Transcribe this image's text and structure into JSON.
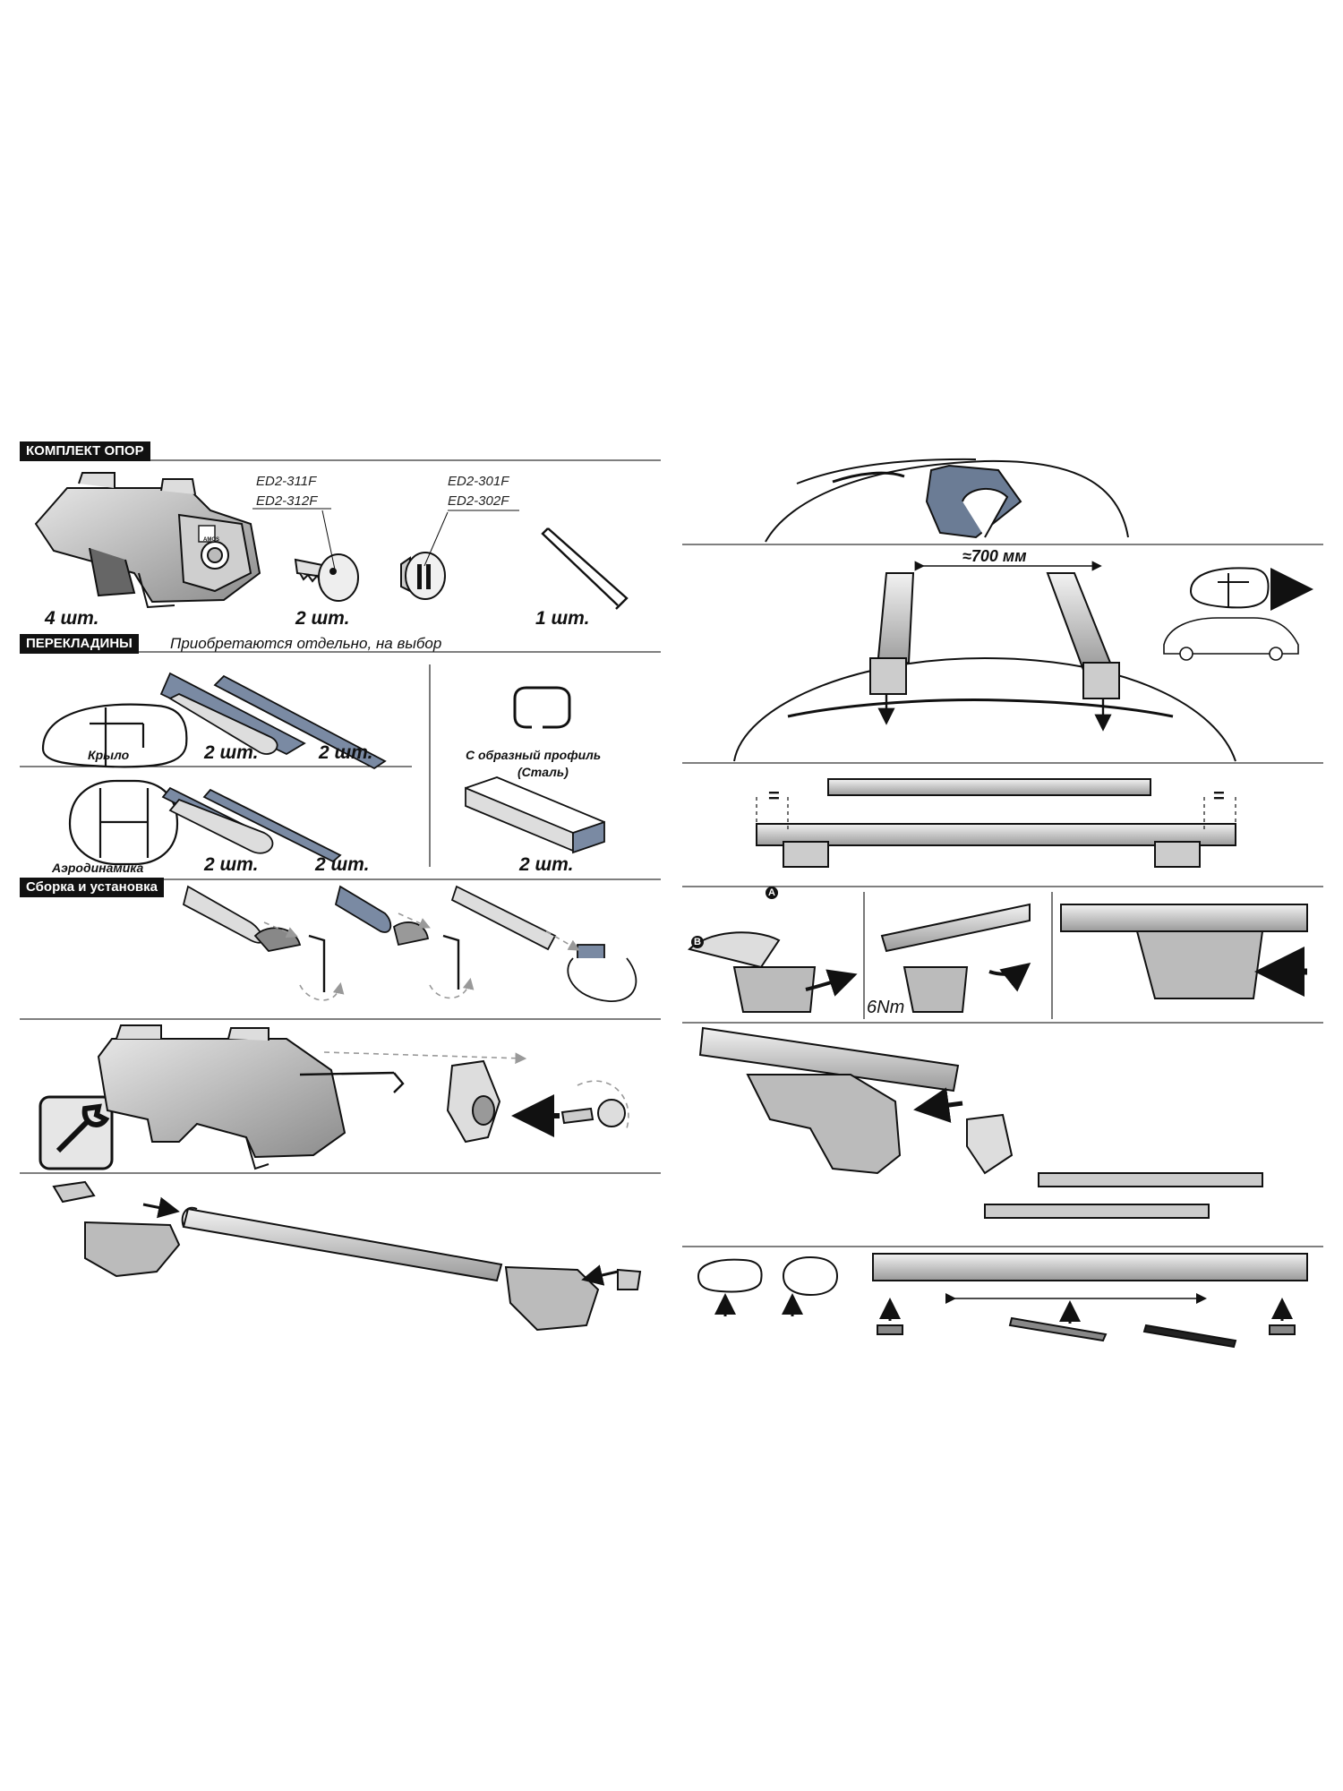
{
  "sections": {
    "supports_kit": "КОМПЛЕКТ ОПОР",
    "crossbars": "ПЕРЕКЛАДИНЫ",
    "crossbars_note": "Приобретаются отдельно, на выбор",
    "assembly": "Сборка и установка"
  },
  "parts": {
    "lock_codes_1": [
      "ED2-311F",
      "ED2-312F"
    ],
    "lock_codes_2": [
      "ED2-301F",
      "ED2-302F"
    ],
    "foot_qty": "4 шт.",
    "key_qty": "2 шт.",
    "hexkey_qty": "1 шт."
  },
  "bars": {
    "wing_label": "Крыло",
    "wing_qty_1": "2 шт.",
    "wing_qty_2": "2 шт.",
    "aero_label": "Аэродинамика",
    "aero_qty_1": "2 шт.",
    "aero_qty_2": "2 шт.",
    "steel_label_1": "С образный профиль",
    "steel_label_2": "(Сталь)",
    "steel_qty": "2 шт."
  },
  "install": {
    "spacing": "≈700 мм",
    "equal_sign": "=",
    "torque": "6Nm",
    "step_a": "A",
    "step_b": "B"
  },
  "logo_text": "AMOS",
  "colors": {
    "ink": "#111111",
    "bar_gray": "#c8c8c8",
    "cloth": "#6b7c95",
    "rubber": "#7a8aa3"
  }
}
